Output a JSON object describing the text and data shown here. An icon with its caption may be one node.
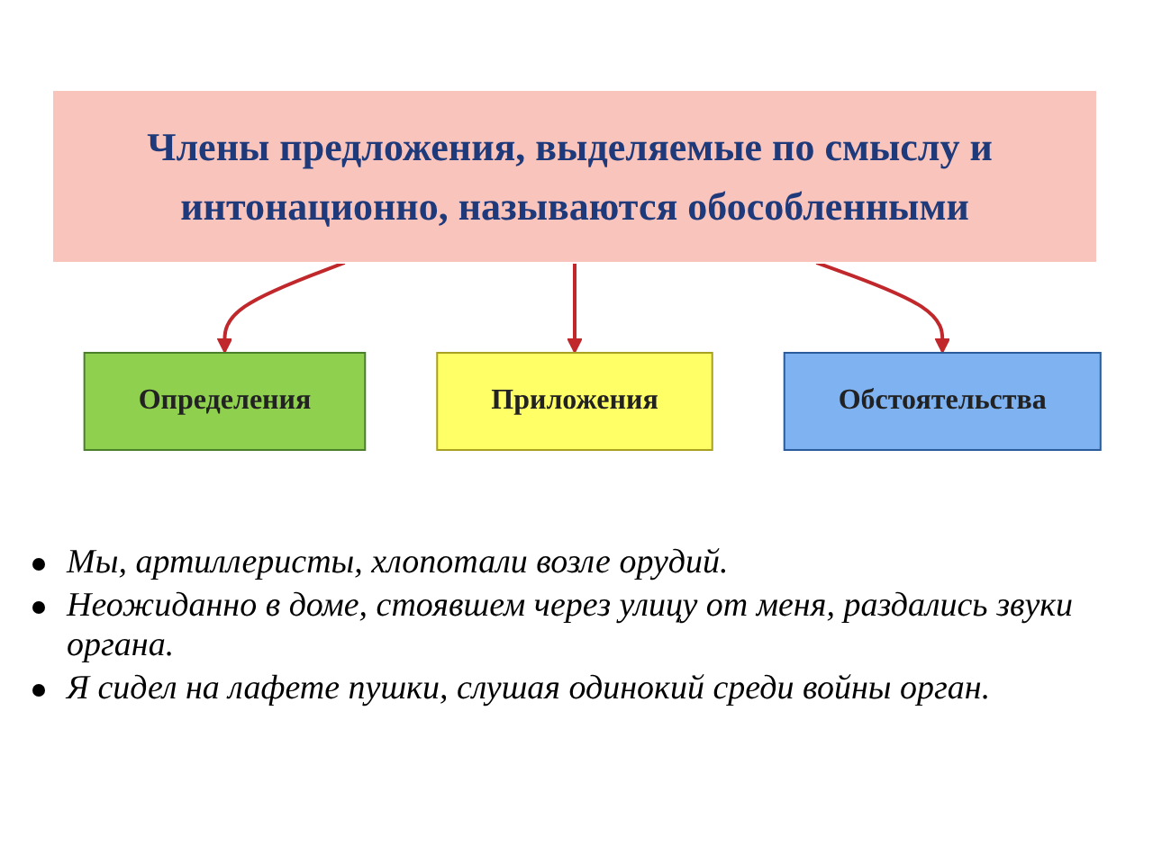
{
  "diagram": {
    "nodes": [
      {
        "text": [
          "Члены предложения, выделяемые по смыслу и интонационно, называются обособленными"
        ]
      },
      {
        "text": [
          "Определения"
        ]
      },
      {
        "text": [
          "Приложения"
        ]
      },
      {
        "text": [
          "Обстоятельства"
        ]
      }
    ],
    "edges": [
      {
        "from": 0,
        "to": 1,
        "arrow": "to"
      },
      {
        "from": 0,
        "to": 2,
        "arrow": "to"
      },
      {
        "from": 0,
        "to": 3,
        "arrow": "to"
      }
    ],
    "labels": [
      "Мы, артиллеристы, хлопотали возле орудий.",
      "Неожиданно в доме, стоявшем через улицу от меня, раздались звуки органа.",
      "Я сидел на лафете пушки, слушая одинокий среди войны орган."
    ]
  }
}
